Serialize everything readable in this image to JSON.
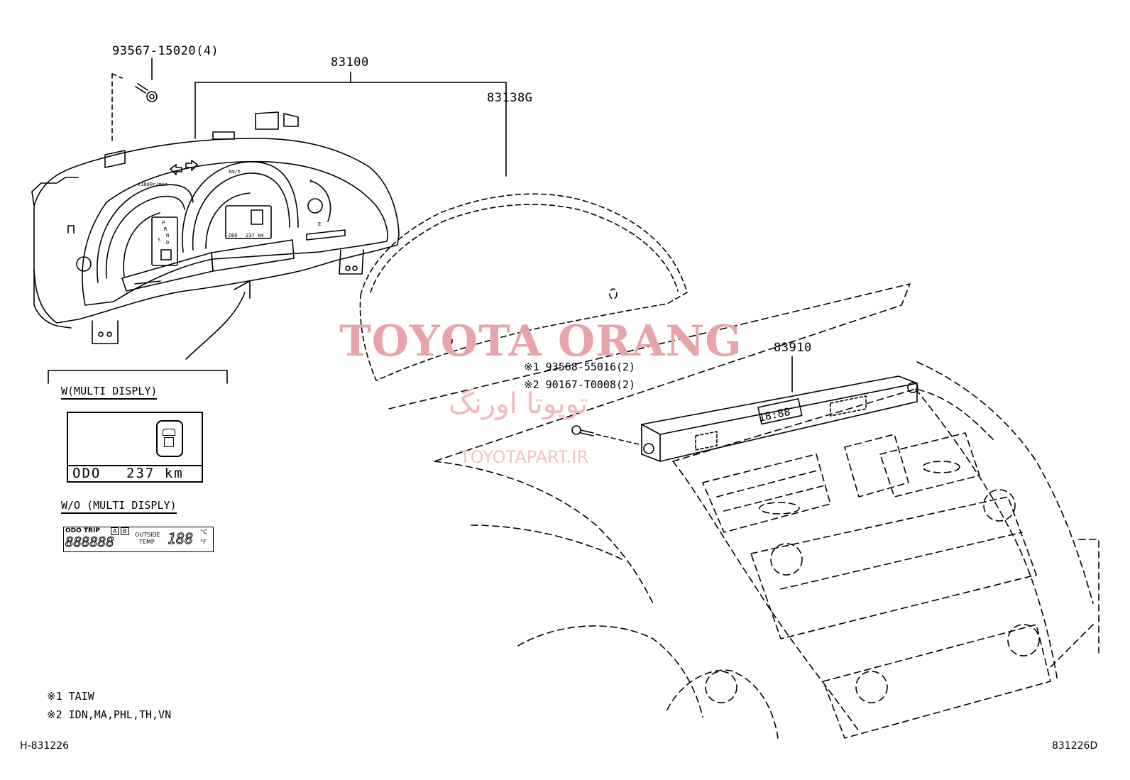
{
  "labels": {
    "bolt_screw": "93567-15020(4)",
    "meter_assy": "83100",
    "meter_glass": "83138G",
    "clock_assy": "83910",
    "screw_note1": "※1 93568-55016(2)",
    "screw_note2": "※2 90167-T0008(2)"
  },
  "variants": {
    "with_multi": "W(MULTI DISPLY)",
    "without_multi": "W/O (MULTI DISPLY)"
  },
  "multi_display": {
    "odo_label": "ODO",
    "odo_value": "237 km"
  },
  "lcd_display": {
    "odo_trip": "ODO TRIP",
    "badge_a": "A",
    "badge_b": "B",
    "digits": "888888",
    "outside": "OUTSIDE",
    "temp": "TEMP",
    "temp_digits": "188",
    "unit_c": "°C",
    "unit_f": "°F"
  },
  "cluster_text": {
    "gear": [
      "P",
      "R",
      "N",
      "D",
      "S"
    ],
    "mini_odo": "ODO",
    "mini_km": "237 km",
    "speed_unit": "km/h",
    "rpm_unit": "x1000r/min",
    "fuel_f": "F",
    "fuel_e": "E"
  },
  "clock_digits": "18:88",
  "notes": {
    "note1": "※1  TAIW",
    "note2": "※2  IDN,MA,PHL,TH,VN"
  },
  "footer": {
    "left_code": "H-831226",
    "right_code": "831226D"
  },
  "watermark": {
    "brand": "TOYOTA ORANG",
    "persian": "تویوتا اورنگ",
    "url": "TOYOTAPART.IR"
  }
}
